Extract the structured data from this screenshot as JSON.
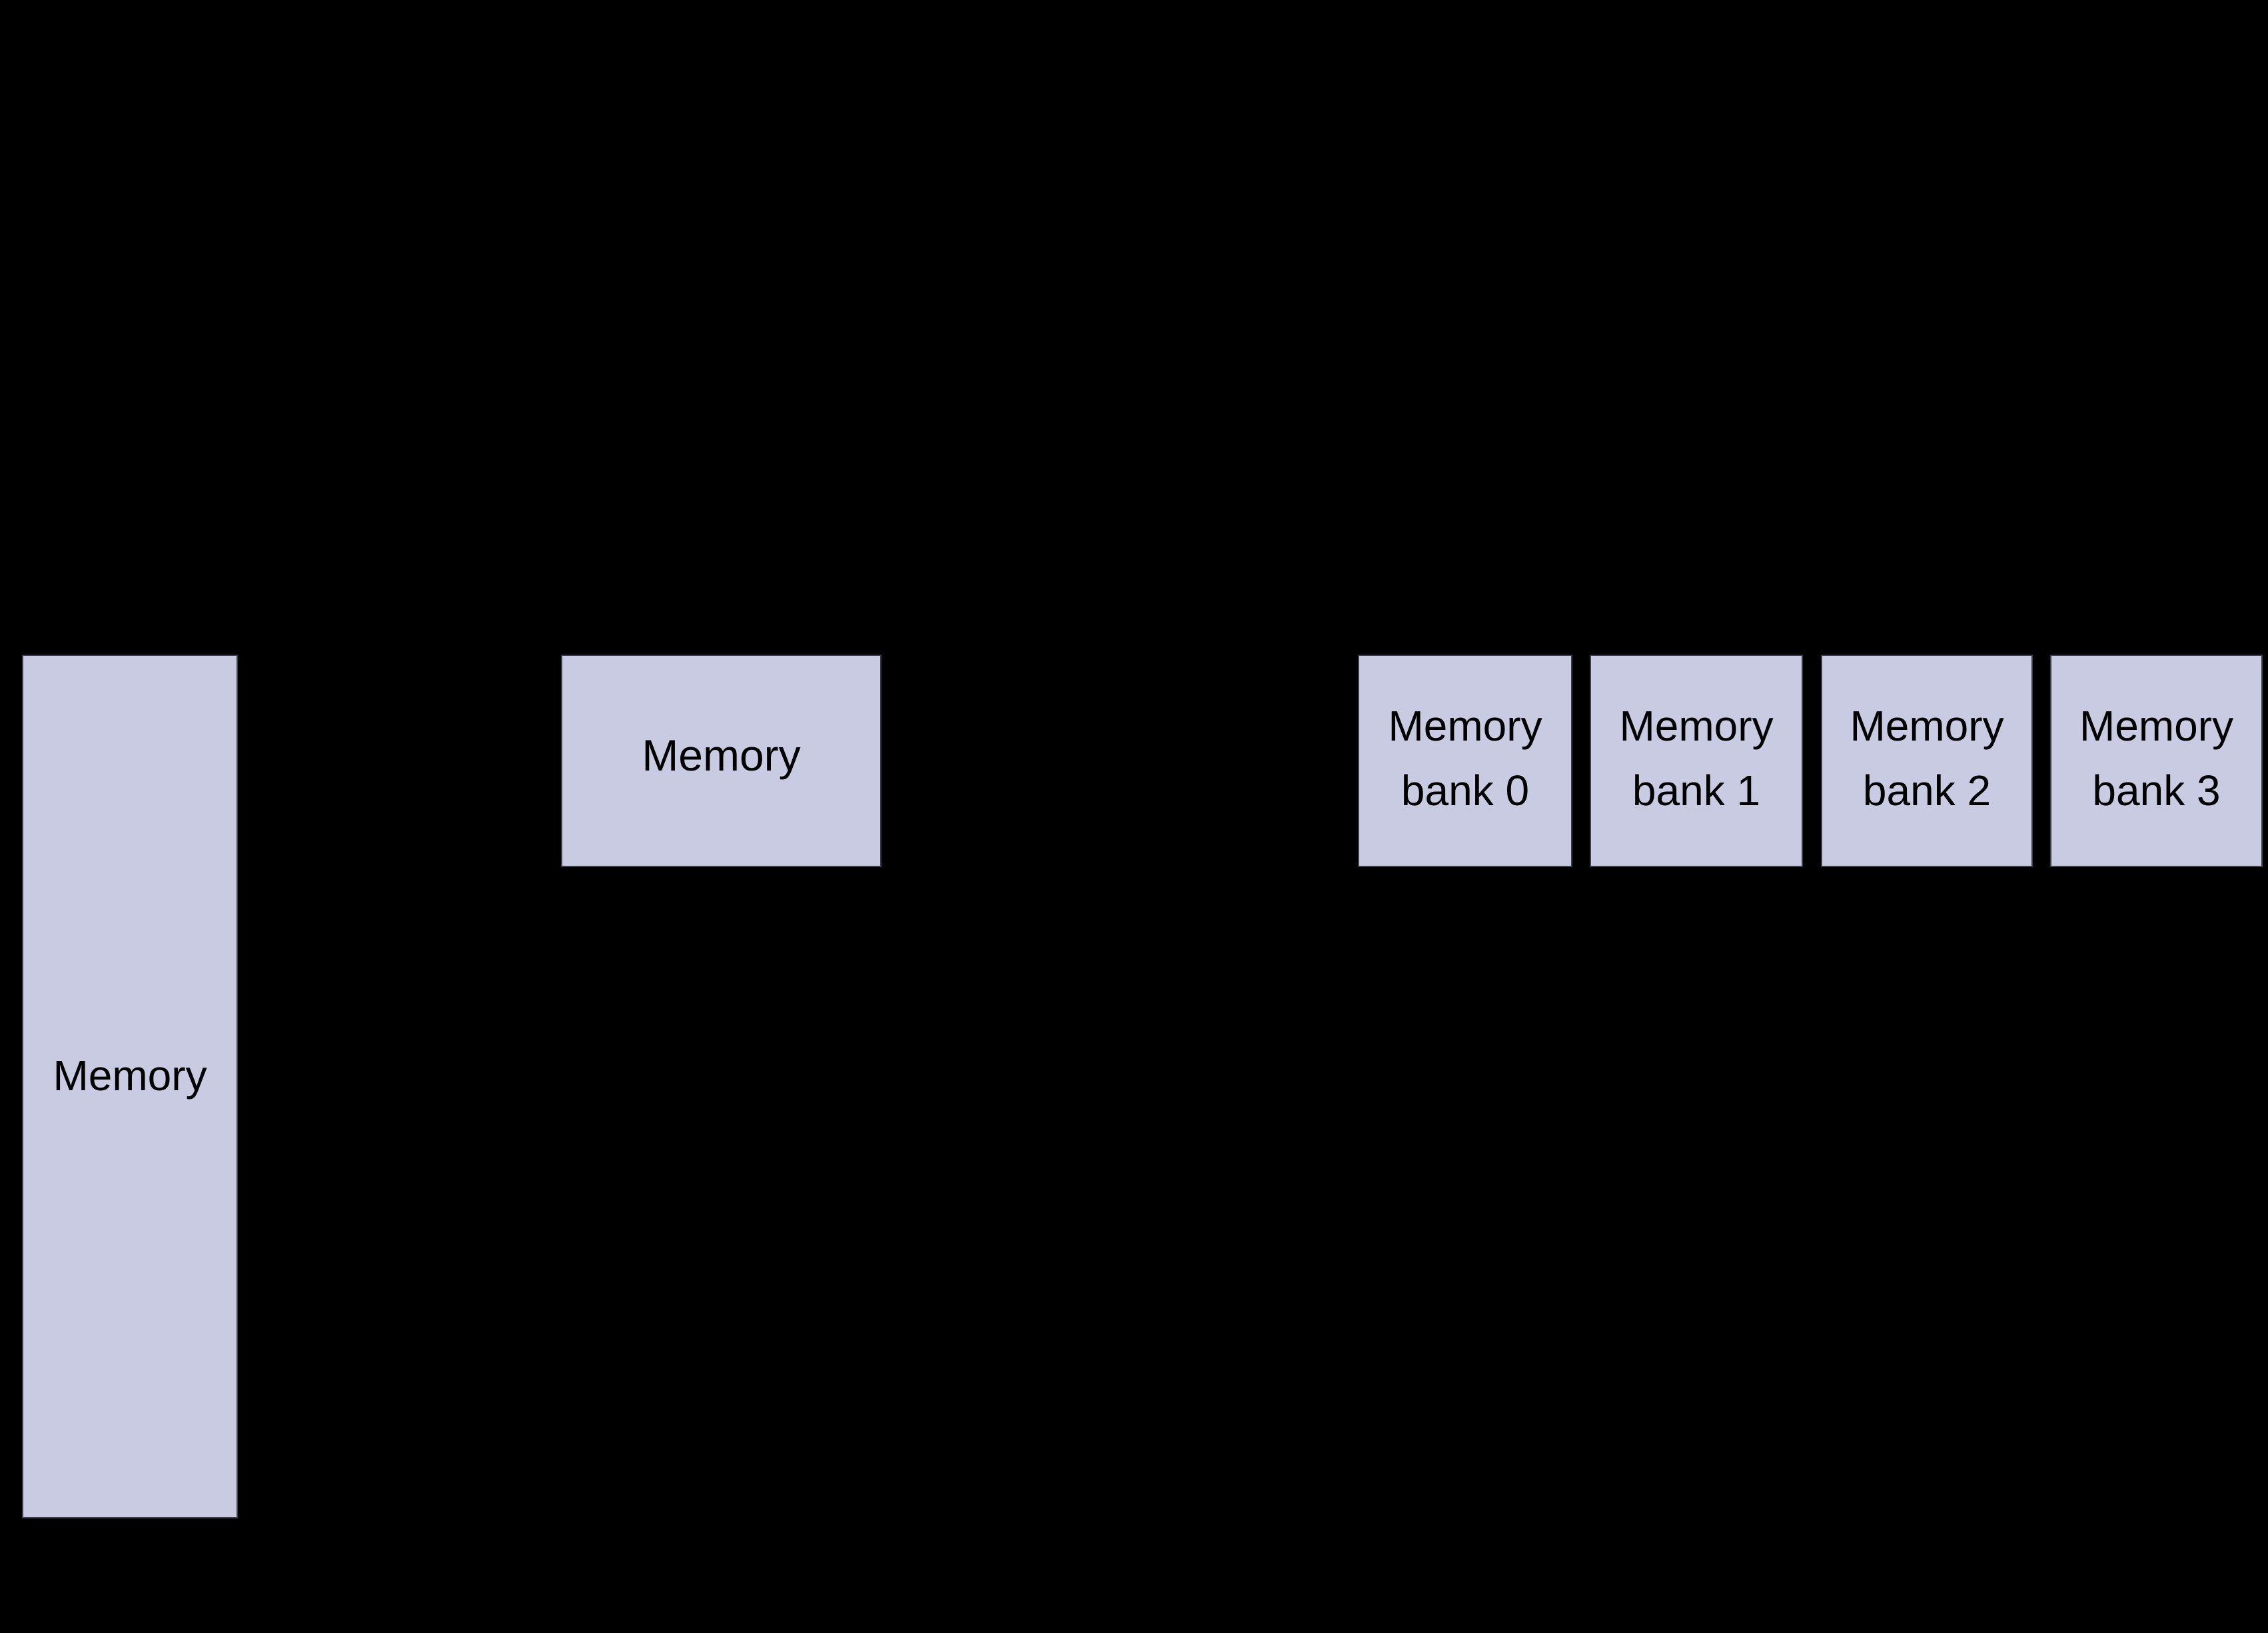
{
  "diagram": {
    "background_color": "#000000",
    "block_fill_color": "#c8cbe1",
    "block_border_color": "#3c3c4c",
    "label_text_color": "#000000",
    "blocks": [
      {
        "id": "memory-left",
        "label": "Memory"
      },
      {
        "id": "memory-middle",
        "label": "Memory"
      }
    ],
    "memory_banks": [
      {
        "id": "bank-0",
        "label": "Memory\nbank 0"
      },
      {
        "id": "bank-1",
        "label": "Memory\nbank 1"
      },
      {
        "id": "bank-2",
        "label": "Memory\nbank 2"
      },
      {
        "id": "bank-3",
        "label": "Memory\nbank 3"
      }
    ]
  }
}
